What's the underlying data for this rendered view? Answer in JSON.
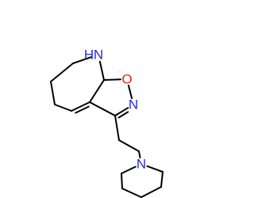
{
  "atoms": {
    "nh": "N",
    "nh_h": "H",
    "o": "O",
    "n_ring": "N",
    "n_pip": "N"
  },
  "colors": {
    "bond": "#000000",
    "nitrogen": "#2a2ad8",
    "oxygen": "#e0261a",
    "background": "#ffffff"
  }
}
